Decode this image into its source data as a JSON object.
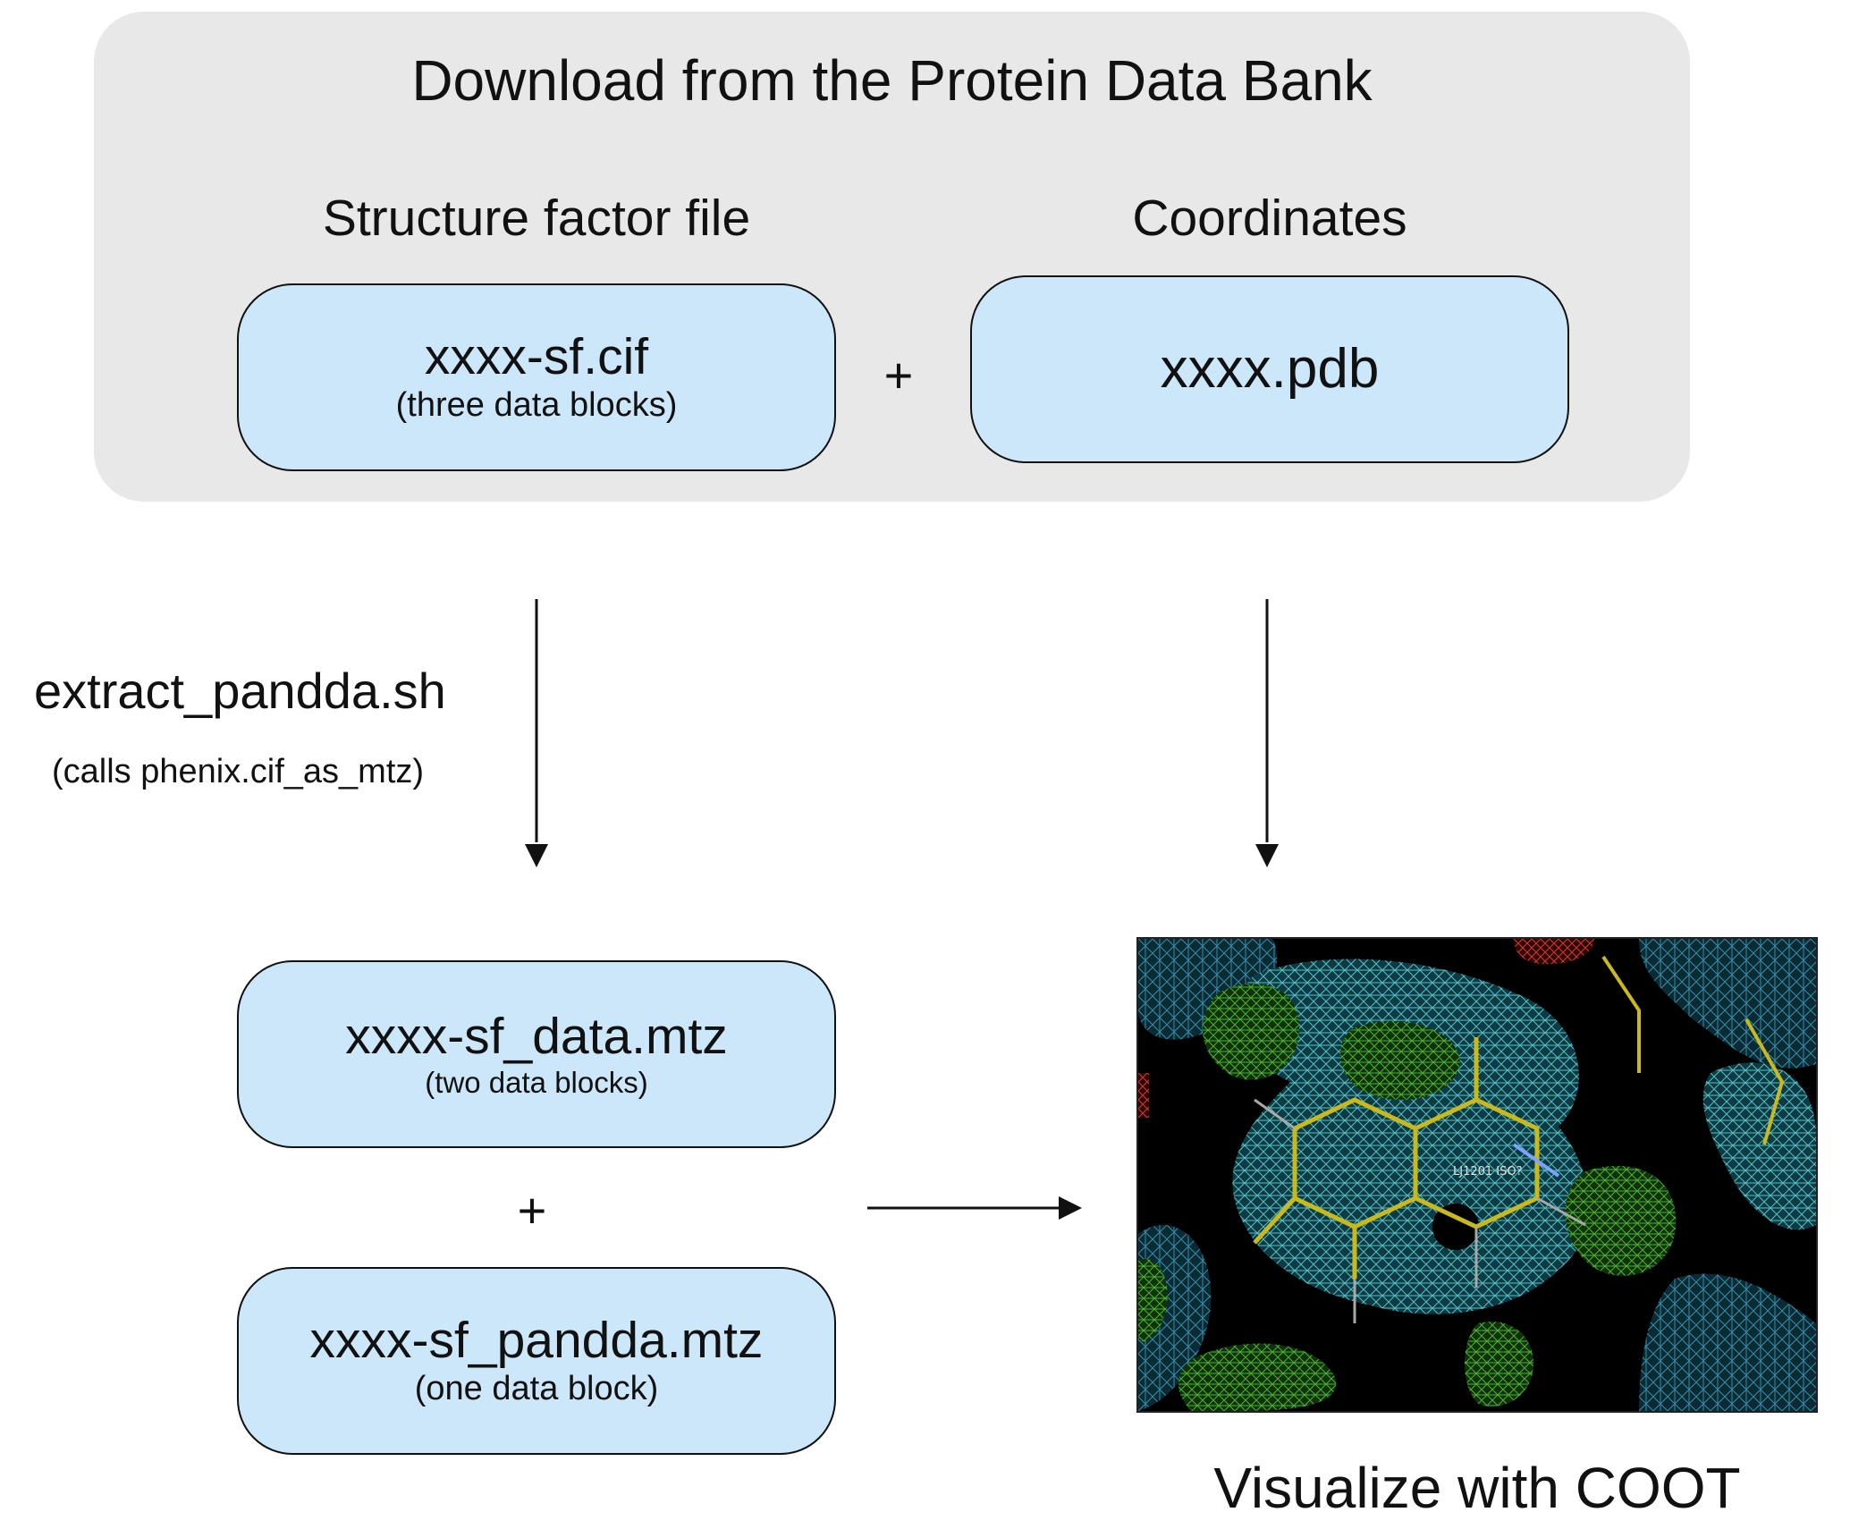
{
  "header": {
    "title": "Download from the Protein Data Bank"
  },
  "columns": {
    "left_heading": "Structure factor file",
    "right_heading": "Coordinates"
  },
  "files": {
    "sf_cif": {
      "name": "xxxx-sf.cif",
      "note": "(three data blocks)"
    },
    "pdb": {
      "name": "xxxx.pdb"
    },
    "sf_data_mtz": {
      "name": "xxxx-sf_data.mtz",
      "note": "(two data blocks)"
    },
    "sf_pandda_mtz": {
      "name": "xxxx-sf_pandda.mtz",
      "note": "(one data block)"
    }
  },
  "operators": {
    "plus_top": "+",
    "plus_bottom": "+"
  },
  "script": {
    "name": "extract_pandda.sh",
    "note": "(calls phenix.cif_as_mtz)"
  },
  "visualization": {
    "caption": "Visualize with COOT",
    "label_in_image": "LJ1201 ISO?",
    "colors": {
      "background": "#000000",
      "mesh_cyan": "#5fd8dc",
      "mesh_green": "#3fae2e",
      "mesh_red": "#d0302a",
      "ligand_yellow": "#c9b91c"
    }
  },
  "colors": {
    "panel_bg": "#e8e8e8",
    "file_box_bg": "#cce6fa",
    "stroke": "#111111"
  }
}
